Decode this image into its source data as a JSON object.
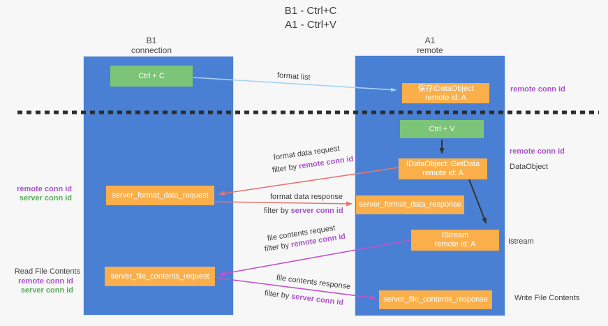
{
  "title": {
    "line1": "B1 - Ctrl+C",
    "line2": "A1 - Ctrl+V"
  },
  "columns": {
    "left": {
      "name": "B1",
      "role": "connection"
    },
    "right": {
      "name": "A1",
      "role": "remote"
    }
  },
  "boxes": {
    "ctrl_c": {
      "label": "Ctrl + C"
    },
    "save_dataobject": {
      "line1": "保存IDataObject",
      "line2": "remote id: A"
    },
    "ctrl_v": {
      "label": "Ctrl + V"
    },
    "getdata": {
      "line1": "IDataObject::GetData",
      "line2": "remote id: A"
    },
    "format_request": {
      "label": "server_format_data_request"
    },
    "format_response": {
      "label": "server_format_data_response"
    },
    "istream": {
      "line1": "IStream",
      "line2": "remote id: A"
    },
    "file_request": {
      "label": "server_file_contents_request"
    },
    "file_response": {
      "label": "server_file_contents_response"
    }
  },
  "edge_labels": {
    "format_list": "format list",
    "format_request": {
      "line1": "format data request",
      "filter_prefix": "filter by ",
      "filter_key": "remote conn id"
    },
    "format_response": {
      "line1": "format data response",
      "filter_prefix": "filter by ",
      "filter_key": "server conn id"
    },
    "file_request": {
      "line1": "file contents request",
      "filter_prefix": "filter by ",
      "filter_key": "remote conn id"
    },
    "file_response": {
      "line1": "file contents response",
      "filter_prefix": "filter by ",
      "filter_key": "server conn id"
    }
  },
  "side_labels": {
    "left_format": {
      "remote": "remote conn id",
      "server": "server conn id"
    },
    "read_file": "Read File Contents",
    "left_file": {
      "remote": "remote conn id",
      "server": "server conn id"
    },
    "right_top": "remote conn id",
    "right_mid": "remote conn id",
    "dataobject": "DataObject",
    "istream": "Istream",
    "write_file": "Write File Contents"
  },
  "colors": {
    "column_blue": "#4a80d4",
    "box_orange": "#fbaf4a",
    "box_green": "#7cc478",
    "arrow_light_blue": "#a9d3f0",
    "arrow_black": "#333333",
    "arrow_red": "#e9756d",
    "arrow_magenta": "#c353c8",
    "text_purple": "#a854c8",
    "text_green": "#55ac57",
    "dashed_line": "#2d2d2d"
  }
}
